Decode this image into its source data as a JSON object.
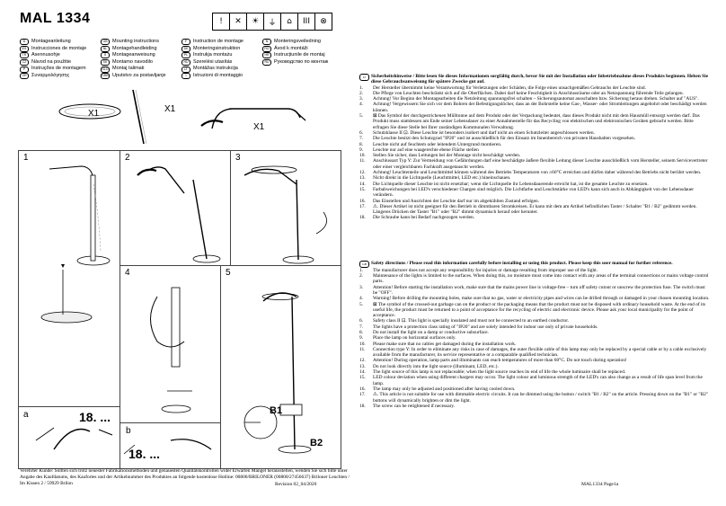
{
  "header": {
    "title": "MAL 1334",
    "symbols": [
      "!",
      "✕",
      "☀",
      "⏚",
      "⌂",
      "III",
      "⊗"
    ]
  },
  "languages": [
    {
      "code": "D",
      "label": "Montageanleitung"
    },
    {
      "code": "ES",
      "label": "Instrucciones de montaje"
    },
    {
      "code": "TR",
      "label": "Asennusohje"
    },
    {
      "code": "CZ",
      "label": "Návod na použitie"
    },
    {
      "code": "P",
      "label": "Instruções de montagem"
    },
    {
      "code": "GR",
      "label": "Συναρμολόγησης"
    },
    {
      "code": "GB",
      "label": "Mounting instructions"
    },
    {
      "code": "NL",
      "label": "Montagehandleiding"
    },
    {
      "code": "S",
      "label": "Montageanweisung"
    },
    {
      "code": "SK",
      "label": "Montamo navodilo"
    },
    {
      "code": "SLO",
      "label": "Montaj talimati"
    },
    {
      "code": "SRB",
      "label": "Uputstvo za postavljanje"
    },
    {
      "code": "F",
      "label": "Instruction de montage"
    },
    {
      "code": "DK",
      "label": "Monteringsinstruktion"
    },
    {
      "code": "PL",
      "label": "Instrukja montażu"
    },
    {
      "code": "HU",
      "label": "Szerelési utasítás"
    },
    {
      "code": "LT",
      "label": "Montāžas instrukcija"
    },
    {
      "code": "I",
      "label": "Istruzioni di montaggio"
    },
    {
      "code": "N",
      "label": "Monteringsveiledning"
    },
    {
      "code": "RO",
      "label": "Ávod k montáži"
    },
    {
      "code": "HR",
      "label": "Instrucțiunile de montaj"
    },
    {
      "code": "RU",
      "label": "Руководство по монтаж"
    }
  ],
  "diagram": {
    "x1_shade": "X1",
    "x1_pole": "X1",
    "x1_head": "X1",
    "step1": "1",
    "step2": "2",
    "step3": "3",
    "step4": "4",
    "step5": "5",
    "step_a": "a",
    "step_b": "b",
    "count_a": "18. ...",
    "count_b": "18. ...",
    "b1": "B1",
    "b2": "B2"
  },
  "footer": {
    "text": "Verehrter Kunde: Sollten sich trotz neuester Fabrikationsmethoden und genauesten Qualitätskontrollen wider Erwarten Mängel herausstellen, wenden Sie sich bitte unter Angabe des Kaufdatums, des Kaufortes und der Artikelnummer des Produktes an folgende kostenlose Hotline: 00800/BRILONER (00800/27456637) Briloner Leuchten / Im Kissen 2 / 59929 Brilon",
    "revision": "Revision 02_04/2020"
  },
  "german": {
    "icon": "D",
    "heading": "Sicherheitshinweise / Bitte lesen Sie dieses Informationen sorgfältig durch, bevor Sie mit der Installation oder Inbetriebnahme dieses Produkts beginnen. Heben Sie diese Gebrauchsanweisung für spätere Zwecke gut auf.",
    "items": [
      {
        "n": "1.",
        "t": "Der Hersteller übernimmt keine Verantwortung für Verletzungen oder Schäden, die Folge eines unsachgemäßen Gebrauchs der Leuchte sind."
      },
      {
        "n": "2.",
        "t": "Die Pflege von Leuchten beschränkt sich auf die Oberflächen. Dabei darf keine Feuchtigkeit in Anschlussräume oder an Netzspannung führende Teile gelangen."
      },
      {
        "n": "3.",
        "t": "Achtung! Vor Beginn der Montagearbeiten die Netzleitung spannungsfrei schalten – Sicherungsautomat ausschalten bzw. Sicherung heraus drehen. Schalter auf \"AUS\"."
      },
      {
        "n": "4.",
        "t": "Achtung! Vergewissern Sie sich vor dem Bohren der Befestigungslöcher, dass an der Bohrstelle keine Gas-, Wasser- oder Stromleitungen angebohrt oder beschädigt werden können."
      },
      {
        "n": "5.",
        "t": "⊠ Das Symbol der durchgestrichenen Mülltonne auf dem Produkt oder der Verpackung bedeutet, dass dieses Produkt nicht mit dem Hausmüll entsorgt werden darf. Das Produkt muss stattdessen am Ende seiner Lebensdauer zu einer Annahmestelle für das Recycling von elektrischen und elektronischen Geräten gebracht werden. Bitte erfragen Sie diese Stelle bei Ihrer zuständigen Kommunalen Verwaltung."
      },
      {
        "n": "6.",
        "t": "Schutzklasse II ⊡. Diese Leuchte ist besonders isoliert und darf nicht an einen Schutzleiter angeschlossen werden."
      },
      {
        "n": "7.",
        "t": "Die Leuchte besitzt den Schutzgrad \"IP20\" und ist ausschließlich für den Einsatz im Innenbereich von privaten Haushalten vorgesehen."
      },
      {
        "n": "8.",
        "t": "Leuchte nicht auf feuchtem oder leitendem Untergrund montieren."
      },
      {
        "n": "9.",
        "t": "Leuchte nur auf eine waagerechte ebene Fläche stellen"
      },
      {
        "n": "10.",
        "t": "Stellen Sie sicher, dass Leitungen bei der Montage nicht beschädigt werden."
      },
      {
        "n": "11.",
        "t": "Anschlussart Typ Y: Zur Vermeidung von Gefährdungen darf eine beschädigte äußere flexible Leitung dieser Leuchte ausschließlich vom Hersteller, seinem Servicevertreter oder einer vergleichbaren Fachkraft ausgetauscht werden."
      },
      {
        "n": "12.",
        "t": "Achtung! Leuchtenteile und Leuchtmittel können während des Betriebs Temperaturen von ≥60°C erreichen und dürfen daher während des Betriebs nicht berührt werden."
      },
      {
        "n": "13.",
        "t": "Nicht direkt in die Lichtquelle (Leuchtmittel, LED etc.) hineinschauen."
      },
      {
        "n": "14.",
        "t": "Die Lichtquelle dieser Leuchte ist nicht ersetzbar; wenn die Lichtquelle ihr Lebensdauerende erreicht hat, ist die gesamte Leuchte zu ersetzen."
      },
      {
        "n": "15.",
        "t": "Farbabweichungen bei LED's verschiedener Chargen sind möglich. Die Lichtfarbe und Leuchtstärke von LED's kann sich auch in Abhängigkeit von der Lebensdauer verändern."
      },
      {
        "n": "16.",
        "t": "Das Einstellen und Ausrichten der Leuchte darf nur im abgekühlten Zustand erfolgen."
      },
      {
        "n": "17.",
        "t": "⚠. Dieser Artikel ist nicht geeignet für den Betrieb in dimmbaren Stromkreisen. Er kann mit dem am Artikel befindlichen Taster / Schalter \"B1 / B2\" gedimmt werden. Längeres Drücken der Taster \"B1\" oder \"B2\" dimmt dynamisch herauf oder herunter."
      },
      {
        "n": "18.",
        "t": "Die Schraube kann bei Bedarf nachgezogen werden."
      }
    ]
  },
  "english": {
    "icon": "GB",
    "heading": "Safety directions / Please read this information carefully before installing or using this product. Please keep this user manual for further reference.",
    "items": [
      {
        "n": "1.",
        "t": "The manufacturer does not accept any responsibility for injuries or damage resulting from improper use of the light."
      },
      {
        "n": "2.",
        "t": "Maintenance of the lights is limited to the surfaces. When doing this, no moisture must come into contact with any areas of the terminal connections or mains voltage control parts."
      },
      {
        "n": "3.",
        "t": "Attention! Before starting the installation work, make sure that the mains power line is voltage-free – turn off safety cutout or unscrew the protection fuse. The switch must be \"OFF\"."
      },
      {
        "n": "4.",
        "t": "Warning! Before drilling the mounting holes, make sure that no gas, water or electricity pipes and wires can be drilled through or damaged in your chosen mounting location."
      },
      {
        "n": "5.",
        "t": "⊠ The symbol of the crossed-out garbage can on the product or the packaging means that the product must not be disposed with ordinary household waste. At the end of its useful life, the product must be returned to a point of acceptance for the recycling of electric and electronic device. Please ask your local municipality for the point of acceptance."
      },
      {
        "n": "6.",
        "t": "Safety class II ⊡. This light is specially insulated and must not be connected to an earthed conductor."
      },
      {
        "n": "7.",
        "t": "The lights have a protection class rating of \"IP20\" and are solely intended for indoor use only of private households."
      },
      {
        "n": "8.",
        "t": "Do not install the light on a damp or conductive subsurface."
      },
      {
        "n": "9.",
        "t": "Place the lamp on horizontal surfaces only."
      },
      {
        "n": "10.",
        "t": "Please make sure that no cables get damaged during the installation work."
      },
      {
        "n": "11.",
        "t": "Connection type Y: In order to eliminate any risks in case of damages, the outer flexible cable of this lamp may only be replaced by a special cable or by a cable exclusively available from the manufacturer, its service representative or a comparable qualified technician."
      },
      {
        "n": "12.",
        "t": "Attention! During operation, lamp parts and illuminants can reach temperatures of more than 60°C. Do not touch during operation!"
      },
      {
        "n": "13.",
        "t": "Do not look directly into the light source (illuminant, LED, etc.)."
      },
      {
        "n": "14.",
        "t": "The light source of this lamp is not replaceable; when the light source reaches its end of life the whole luminaire shall be replaced."
      },
      {
        "n": "15.",
        "t": "LED colour deviation when using different chargers may occur. The light colour and luminous strength of the LED's can also change as a result of life span level from the lamp."
      },
      {
        "n": "16.",
        "t": "The lamp may only be adjusted and positioned after having cooled down."
      },
      {
        "n": "17.",
        "t": "⚠. This article is not suitable for use with dimmable electric circuits. It can be dimmed using the button / switch \"B1 / B2\" on the article. Pressing down on the \"B1\" or \"B2\" buttons will dynamically brighten or dim the light."
      },
      {
        "n": "18.",
        "t": "The screw can be retightened if necessary."
      }
    ]
  },
  "page_ref": "MAL1334 Page1a"
}
